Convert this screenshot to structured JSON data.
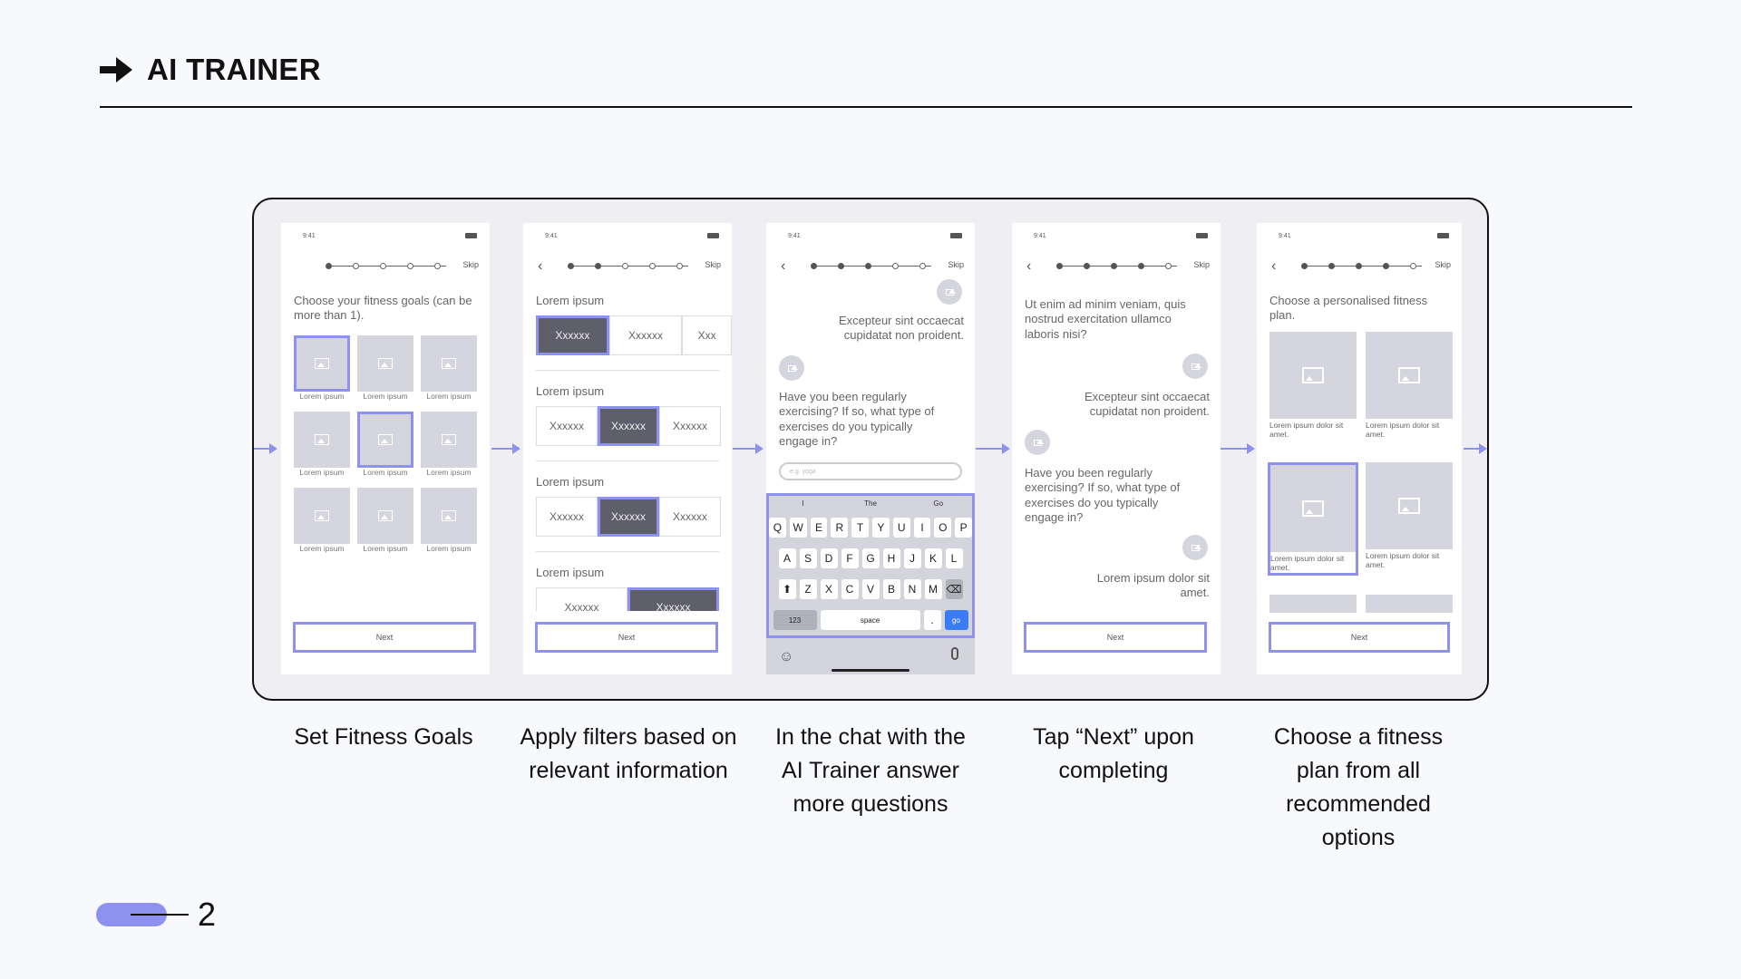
{
  "header": {
    "title": "AI TRAINER"
  },
  "status_time": "9:41",
  "skip_label": "Skip",
  "next_label": "Next",
  "screen1": {
    "question": "Choose your fitness goals (can be more than 1).",
    "tile_label": "Lorem ipsum",
    "tile_label_sel": "Lorem ipsum"
  },
  "screen2": {
    "filter_label": "Lorem ipsum",
    "option": "Xxxxxx",
    "option_clipped": "Xxx"
  },
  "screen3": {
    "bubble_right": "Excepteur sint occaecat cupidatat non proident.",
    "bubble_left": "Have you been regularly exercising? If so, what type of exercises do you typically engage in?",
    "input_placeholder": "e.g. yoga",
    "suggestions": [
      "I",
      "The",
      "Go"
    ],
    "row1": [
      "Q",
      "W",
      "E",
      "R",
      "T",
      "Y",
      "U",
      "I",
      "O",
      "P"
    ],
    "row2": [
      "A",
      "S",
      "D",
      "F",
      "G",
      "H",
      "J",
      "K",
      "L"
    ],
    "row3": [
      "Z",
      "X",
      "C",
      "V",
      "B",
      "N",
      "M"
    ],
    "key_num": "123",
    "key_space": "space",
    "key_dot": ".",
    "key_go": "go"
  },
  "screen4": {
    "bubble_left_1": "Ut enim ad minim veniam, quis nostrud exercitation ullamco laboris nisi?",
    "bubble_right_1": "Excepteur sint occaecat cupidatat non proident.",
    "bubble_left_2": "Have you been regularly exercising? If so, what type of exercises do you typically engage in?",
    "bubble_right_2": "Lorem ipsum dolor sit amet."
  },
  "screen5": {
    "question": "Choose a personalised fitness plan.",
    "plan_label": "Lorem ipsum dolor sit amet."
  },
  "captions": [
    "Set Fitness Goals",
    "Apply filters based on relevant information",
    "In the chat with the AI Trainer answer more questions",
    "Tap “Next” upon completing",
    "Choose a fitness plan from all recommended options"
  ],
  "page_number": "2",
  "colors": {
    "accent": "#8d91f0",
    "ink": "#111111",
    "placeholder": "#d4d5de"
  }
}
